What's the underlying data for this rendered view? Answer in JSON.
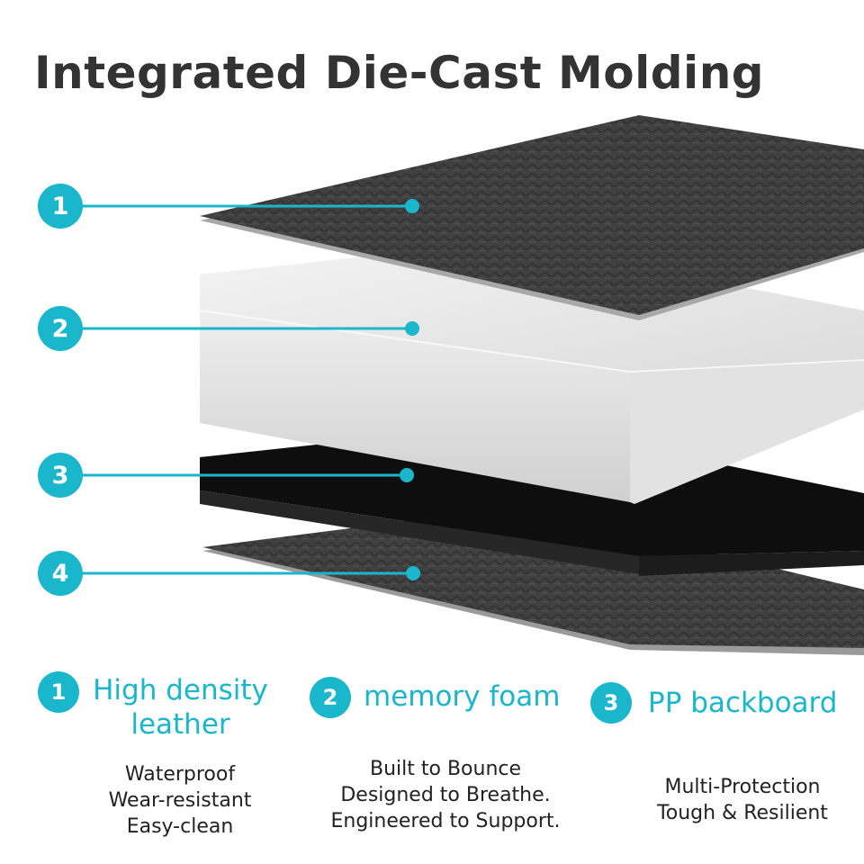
{
  "title": "Integrated Die-Cast Molding",
  "colors": {
    "accent": "#1ab6cc",
    "leather": "#3f3f3f",
    "foam": "#e6e6e6",
    "backboard": "#111111",
    "text": "#222222",
    "title": "#333333"
  },
  "layer_markers": [
    {
      "number": "1"
    },
    {
      "number": "2"
    },
    {
      "number": "3"
    },
    {
      "number": "4"
    }
  ],
  "legend": [
    {
      "number": "1",
      "title_lines": [
        "High density",
        "leather"
      ],
      "desc_lines": [
        "Waterproof",
        "Wear-resistant",
        "Easy-clean"
      ]
    },
    {
      "number": "2",
      "title_lines": [
        "memory foam"
      ],
      "desc_lines": [
        "Built to Bounce",
        "Designed to Breathe.",
        "Engineered to Support."
      ]
    },
    {
      "number": "3",
      "title_lines": [
        "PP backboard"
      ],
      "desc_lines": [
        "Multi-Protection",
        "Tough & Resilient"
      ]
    }
  ]
}
